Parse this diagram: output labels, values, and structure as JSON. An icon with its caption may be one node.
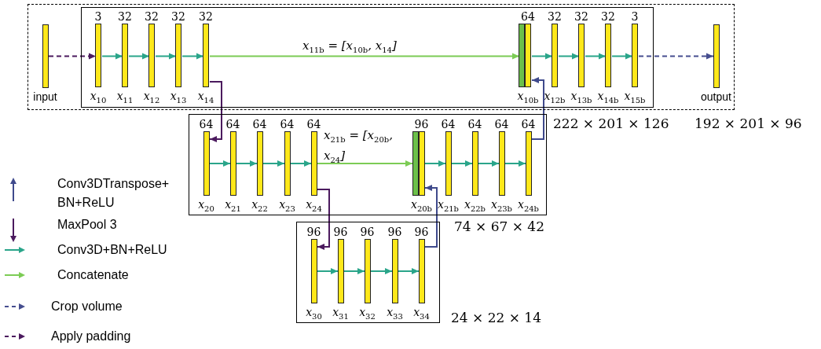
{
  "diagram": {
    "nodes": [
      {
        "text": [],
        "shape": "box",
        "beside": [
          "192 × 201 × 96"
        ]
      },
      {
        "text": [
          "input"
        ],
        "in": 0
      },
      {
        "text": [],
        "shape": "box",
        "in": 0,
        "beside": [
          "222 × 201 × 126"
        ]
      },
      {
        "text": [
          "3",
          "x$_{10}$"
        ],
        "in": 2
      },
      {
        "text": [
          "32",
          "x$_{11}$"
        ],
        "in": 2
      },
      {
        "text": [
          "32",
          "x$_{12}$"
        ],
        "in": 2
      },
      {
        "text": [
          "32",
          "x$_{13}$"
        ],
        "in": 2
      },
      {
        "text": [
          "32",
          "x$_{14}$"
        ],
        "in": 2
      },
      {
        "text": [
          "64",
          "x$_{10b}$"
        ],
        "in": 2
      },
      {
        "text": [],
        "shape": "bar",
        "in": 8
      },
      {
        "text": [
          "32",
          "x$_{12b}$"
        ],
        "in": 2
      },
      {
        "text": [
          "32",
          "x$_{13b}$"
        ],
        "in": 2
      },
      {
        "text": [
          "32",
          "x$_{14b}$"
        ],
        "in": 2
      },
      {
        "text": [
          "3",
          "x$_{15b}$"
        ],
        "in": 2
      },
      {
        "text": [
          "output"
        ],
        "in": 0
      },
      {
        "text": [],
        "shape": "box",
        "beside": [
          "74 × 67 × 42"
        ]
      },
      {
        "text": [
          "64",
          "x$_{20}$"
        ],
        "in": 15
      },
      {
        "text": [
          "64",
          "x$_{21}$"
        ],
        "in": 15
      },
      {
        "text": [
          "64",
          "x$_{22}$"
        ],
        "in": 15
      },
      {
        "text": [
          "64",
          "x$_{23}$"
        ],
        "in": 15
      },
      {
        "text": [
          "64",
          "x$_{24}$"
        ],
        "in": 15
      },
      {
        "text": [
          "96",
          "x$_{20b}$"
        ],
        "in": 15
      },
      {
        "text": [],
        "shape": "bar",
        "in": 21
      },
      {
        "text": [
          "64",
          "x$_{21b}$"
        ],
        "in": 15
      },
      {
        "text": [
          "64",
          "x$_{22b}$"
        ],
        "in": 15
      },
      {
        "text": [
          "64",
          "x$_{23b}$"
        ],
        "in": 15
      },
      {
        "text": [
          "64",
          "x$_{24b}$"
        ],
        "in": 15
      },
      {
        "text": [],
        "shape": "box",
        "beside": [
          "24 × 22 × 14"
        ]
      },
      {
        "text": [
          "96",
          "x$_{30}$"
        ],
        "in": 27
      },
      {
        "text": [
          "96",
          "x$_{31}$"
        ],
        "in": 27
      },
      {
        "text": [
          "96",
          "x$_{32}$"
        ],
        "in": 27
      },
      {
        "text": [
          "96",
          "x$_{33}$"
        ],
        "in": 27
      },
      {
        "text": [
          "96",
          "x$_{34}$"
        ],
        "in": 27
      }
    ],
    "edges": [
      {
        "from": 1,
        "to": 3,
        "arrow": "to",
        "style": "dashed",
        "color": "#4b1a5e"
      },
      {
        "from": 3,
        "to": 4,
        "arrow": "to"
      },
      {
        "from": 4,
        "to": 5,
        "arrow": "to"
      },
      {
        "from": 5,
        "to": 6,
        "arrow": "to"
      },
      {
        "from": 6,
        "to": 7,
        "arrow": "to"
      },
      {
        "from": 7,
        "to": 9,
        "arrow": "to",
        "color": "#7ccc55",
        "label": "x$_{11b}$ = [x$_{10b}$, x$_{14}$]"
      },
      {
        "from": 8,
        "to": 10,
        "arrow": "to"
      },
      {
        "from": 10,
        "to": 11,
        "arrow": "to"
      },
      {
        "from": 11,
        "to": 12,
        "arrow": "to"
      },
      {
        "from": 12,
        "to": 13,
        "arrow": "to"
      },
      {
        "from": 13,
        "to": 14,
        "arrow": "to",
        "style": "dashed",
        "color": "#464e8f"
      },
      {
        "from": 7,
        "to": 16,
        "arrow": "to",
        "color": "#4b1a5e"
      },
      {
        "from": 16,
        "to": 17,
        "arrow": "to"
      },
      {
        "from": 17,
        "to": 18,
        "arrow": "to"
      },
      {
        "from": 18,
        "to": 19,
        "arrow": "to"
      },
      {
        "from": 19,
        "to": 20,
        "arrow": "to"
      },
      {
        "from": 20,
        "to": 22,
        "arrow": "to",
        "color": "#7ccc55",
        "label": "x$_{21b}$ = [x$_{20b}$, x$_{24}$]"
      },
      {
        "from": 21,
        "to": 23,
        "arrow": "to"
      },
      {
        "from": 23,
        "to": 24,
        "arrow": "to"
      },
      {
        "from": 24,
        "to": 25,
        "arrow": "to"
      },
      {
        "from": 25,
        "to": 26,
        "arrow": "to"
      },
      {
        "from": 26,
        "to": 8,
        "arrow": "to",
        "color": "#3f4a8c"
      },
      {
        "from": 20,
        "to": 28,
        "arrow": "to",
        "color": "#4b1a5e"
      },
      {
        "from": 28,
        "to": 29,
        "arrow": "to"
      },
      {
        "from": 29,
        "to": 30,
        "arrow": "to"
      },
      {
        "from": 30,
        "to": 31,
        "arrow": "to"
      },
      {
        "from": 31,
        "to": 32,
        "arrow": "to"
      },
      {
        "from": 32,
        "to": 21,
        "arrow": "to",
        "color": "#3f4a8c"
      }
    ],
    "legend": [
      {
        "text": "Conv3DTranspose+ BN+ReLU"
      },
      {
        "text": "MaxPool 3"
      },
      {
        "text": "Conv3D+BN+ReLU"
      },
      {
        "text": "Concatenate"
      },
      {
        "text": "Crop volume"
      },
      {
        "text": "Apply padding"
      }
    ]
  }
}
